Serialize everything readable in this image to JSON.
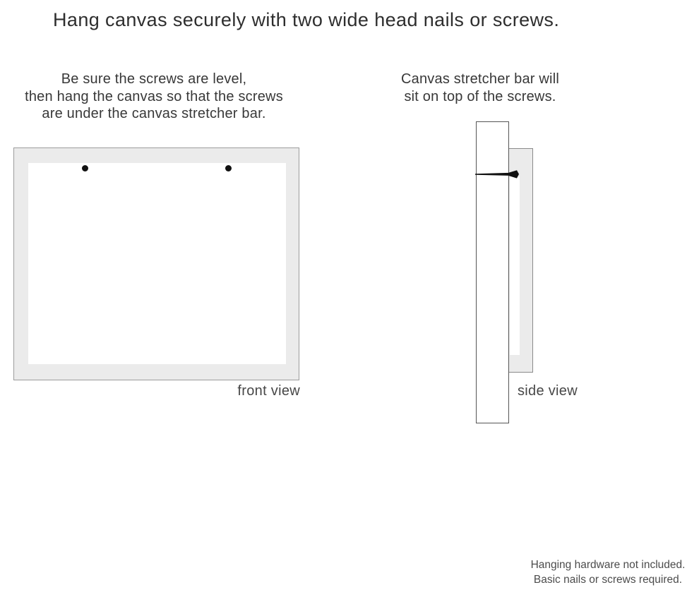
{
  "title": "Hang canvas securely with two wide head nails or screws.",
  "front_view": {
    "instructions": [
      "Be sure the screws are level,",
      "then hang the canvas so that the screws",
      "are under the canvas stretcher bar."
    ],
    "caption": "front view",
    "screw_count": 2
  },
  "side_view": {
    "instructions": [
      "Canvas stretcher bar will",
      "sit on top of the screws."
    ],
    "caption": "side view"
  },
  "footnote": [
    "Hanging hardware not included.",
    "Basic nails or screws required."
  ],
  "colors": {
    "canvas_frame_fill": "#ebebeb",
    "frame_border": "#9c9c9c",
    "wall_border": "#555555",
    "nail_color": "#111111",
    "text_primary": "#2e2e2e",
    "text_secondary": "#474747"
  }
}
